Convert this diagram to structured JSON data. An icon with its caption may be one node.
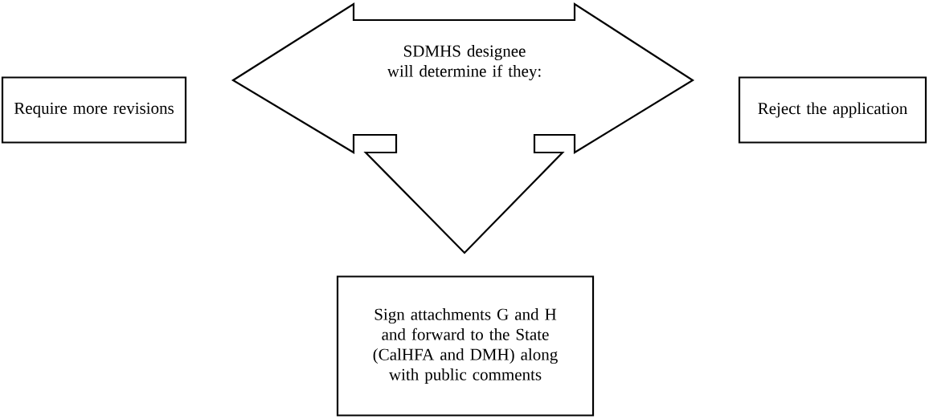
{
  "diagram": {
    "nodes": [
      {
        "text": [
          "SDMHS designee will determine if they:"
        ]
      },
      {
        "text": [
          "Require more revisions"
        ]
      },
      {
        "text": [
          "Reject the application"
        ]
      },
      {
        "text": [
          "Sign attachments G and H and forward to the State (CalHFA and DMH) along with public comments"
        ]
      }
    ]
  }
}
